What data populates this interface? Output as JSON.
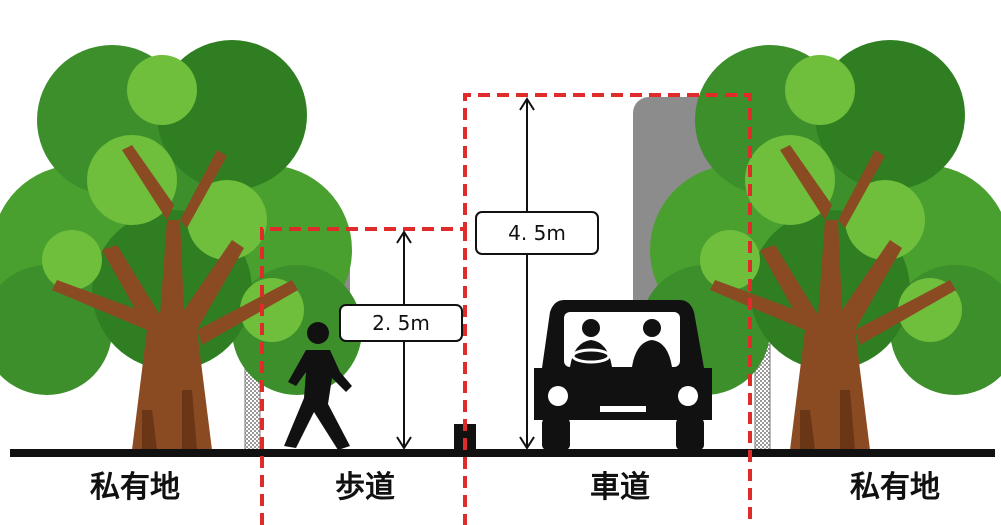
{
  "zones": {
    "private_left": "私有地",
    "sidewalk": "歩道",
    "roadway": "車道",
    "private_right": "私有地"
  },
  "dimensions": {
    "sidewalk_height": "2. 5m",
    "roadway_height": "4. 5m"
  },
  "colors": {
    "clearance_line": "#e02b2b",
    "foliage": "#3c8f2a",
    "foliage_light": "#6fbe3c",
    "trunk": "#8a4a22",
    "overhang": "#8c8c8c",
    "ground": "#111111"
  },
  "icons": [
    "tree-icon",
    "pedestrian-icon",
    "car-icon",
    "fence-icon"
  ]
}
